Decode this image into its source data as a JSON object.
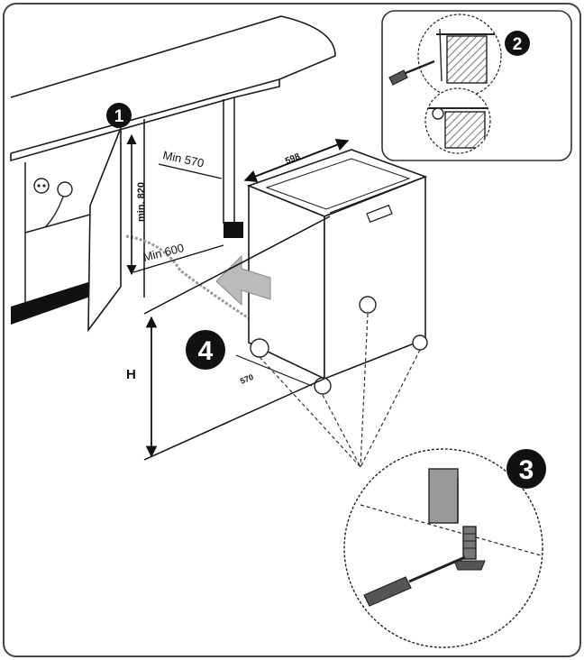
{
  "dimensions": {
    "min_820": "min. 820",
    "min_570": "Min 570",
    "min_600": "Min 600",
    "width_598": "598",
    "height_h": "H",
    "depth_570": "570"
  },
  "steps": {
    "step1": "1",
    "step2": "2",
    "step3": "3",
    "step4": "4"
  },
  "colors": {
    "line": "#1a1a1a",
    "gray": "#888888",
    "arrow": "#b8b8b8",
    "black_band": "#111111"
  },
  "icons": {
    "socket": "power-socket-icon",
    "screwdriver": "screwdriver-icon",
    "arrow": "push-arrow-icon"
  }
}
